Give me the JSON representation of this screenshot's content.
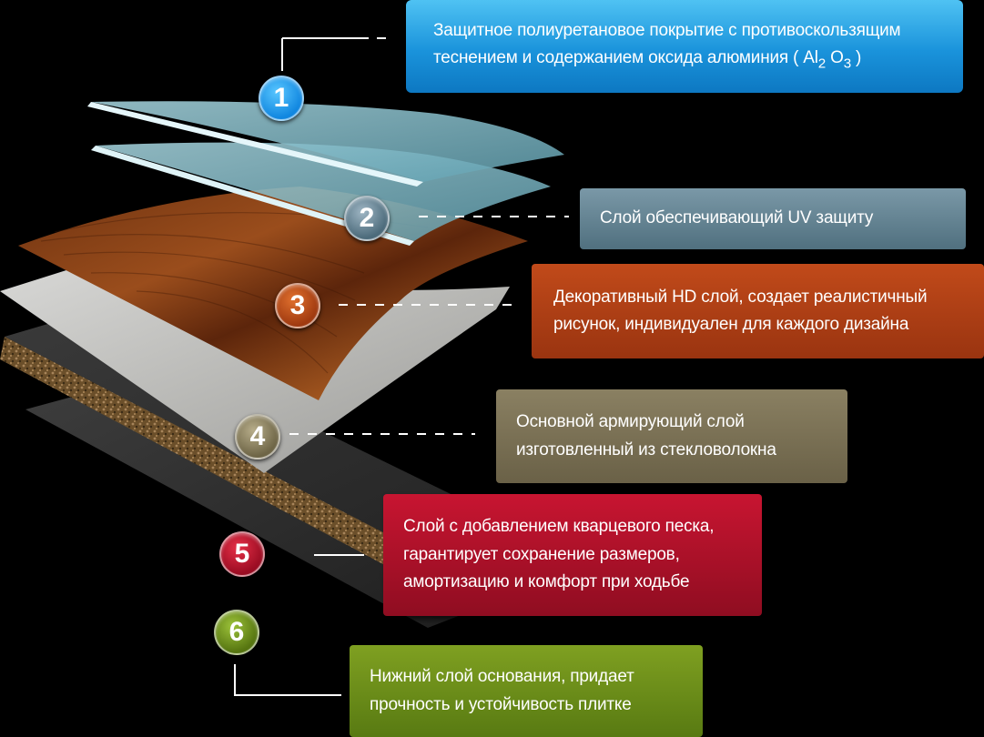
{
  "callouts": {
    "c1": {
      "number": "1",
      "line1": "Защитное полиуретановое покрытие с противоскользящим",
      "line2_text": "теснением и содержанием  оксида алюминия ( Al",
      "line2_sub1": "2",
      "line2_mid": " O",
      "line2_sub2": "3",
      "line2_end": " )"
    },
    "c2": {
      "number": "2",
      "line1": "Слой обеспечивающий UV защиту"
    },
    "c3": {
      "number": "3",
      "line1": "Декоративный HD слой, создает реалистичный",
      "line2": "рисунок, индивидуален для каждого дизайна"
    },
    "c4": {
      "number": "4",
      "line1": "Основной армирующий слой",
      "line2": "изготовленный из стекловолокна"
    },
    "c5": {
      "number": "5",
      "line1": "Слой с добавлением кварцевого песка,",
      "line2": "гарантирует сохранение размеров,",
      "line3": "амортизацию и комфорт при ходьбе"
    },
    "c6": {
      "number": "6",
      "line1": "Нижний слой основания, придает",
      "line2": "прочность и устойчивость плитке"
    }
  },
  "colors": {
    "layer1": "#4fc2f3",
    "layer2": "#7a98a7",
    "layer3": "#c14a1a",
    "layer4": "#8a8062",
    "layer5": "#c81531",
    "layer6": "#7fa021"
  }
}
